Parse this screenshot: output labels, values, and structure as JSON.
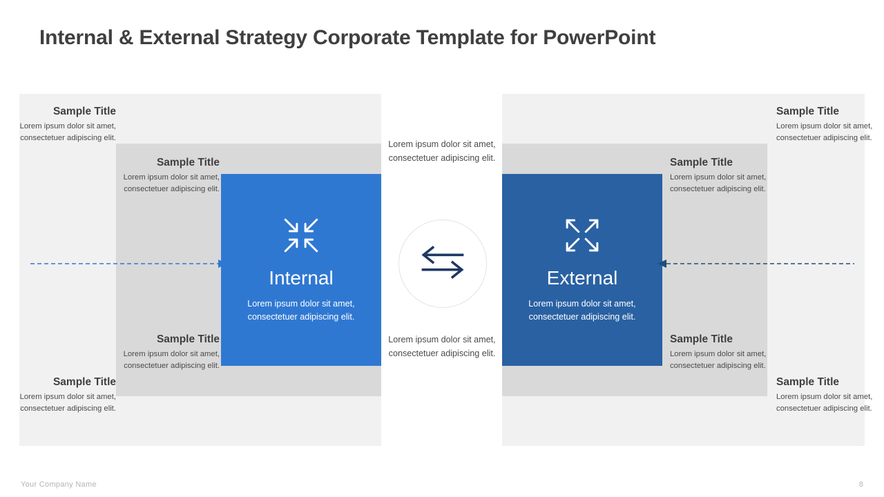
{
  "slide": {
    "title": "Internal & External Strategy Corporate Template for PowerPoint",
    "page_number": "8",
    "company": "Your Company Name"
  },
  "colors": {
    "internal_blue": "#2f78d2",
    "external_blue": "#2961a3",
    "panel_outer": "#f1f1f1",
    "panel_mid": "#d9d9d9",
    "title_text": "#3f3f3f",
    "arrow_left": "#2f78d2",
    "arrow_right": "#1f4e79",
    "circle_icon": "#1f3864"
  },
  "common": {
    "sample_title": "Sample Title",
    "body_text": "Lorem  ipsum dolor sit amet, consectetuer adipiscing elit."
  },
  "left": {
    "core": {
      "label": "Internal",
      "icon": "arrows-collapse-icon",
      "body": "Lorem ipsum dolor sit amet, consectetuer adipiscing elit."
    },
    "blocks": [
      {
        "title": "Sample Title",
        "body": "Lorem  ipsum dolor sit amet, consectetuer adipiscing elit."
      },
      {
        "title": "Sample Title",
        "body": "Lorem  ipsum dolor sit amet, consectetuer adipiscing elit."
      },
      {
        "title": "Sample Title",
        "body": "Lorem  ipsum dolor sit amet, consectetuer adipiscing elit."
      },
      {
        "title": "Sample Title",
        "body": "Lorem  ipsum dolor sit amet, consectetuer adipiscing elit."
      }
    ]
  },
  "right": {
    "core": {
      "label": "External",
      "icon": "arrows-expand-icon",
      "body": "Lorem ipsum dolor sit amet, consectetuer adipiscing elit."
    },
    "blocks": [
      {
        "title": "Sample Title",
        "body": "Lorem  ipsum dolor sit amet, consectetuer adipiscing elit."
      },
      {
        "title": "Sample Title",
        "body": "Lorem  ipsum dolor sit amet, consectetuer adipiscing elit."
      },
      {
        "title": "Sample Title",
        "body": "Lorem  ipsum dolor sit amet, consectetuer adipiscing elit."
      },
      {
        "title": "Sample Title",
        "body": "Lorem  ipsum dolor sit amet, consectetuer adipiscing elit."
      }
    ]
  },
  "center": {
    "icon": "exchange-arrows-icon",
    "top_text": "Lorem ipsum dolor sit amet, consectetuer adipiscing elit.",
    "bottom_text": "Lorem ipsum dolor sit amet, consectetuer adipiscing elit."
  }
}
